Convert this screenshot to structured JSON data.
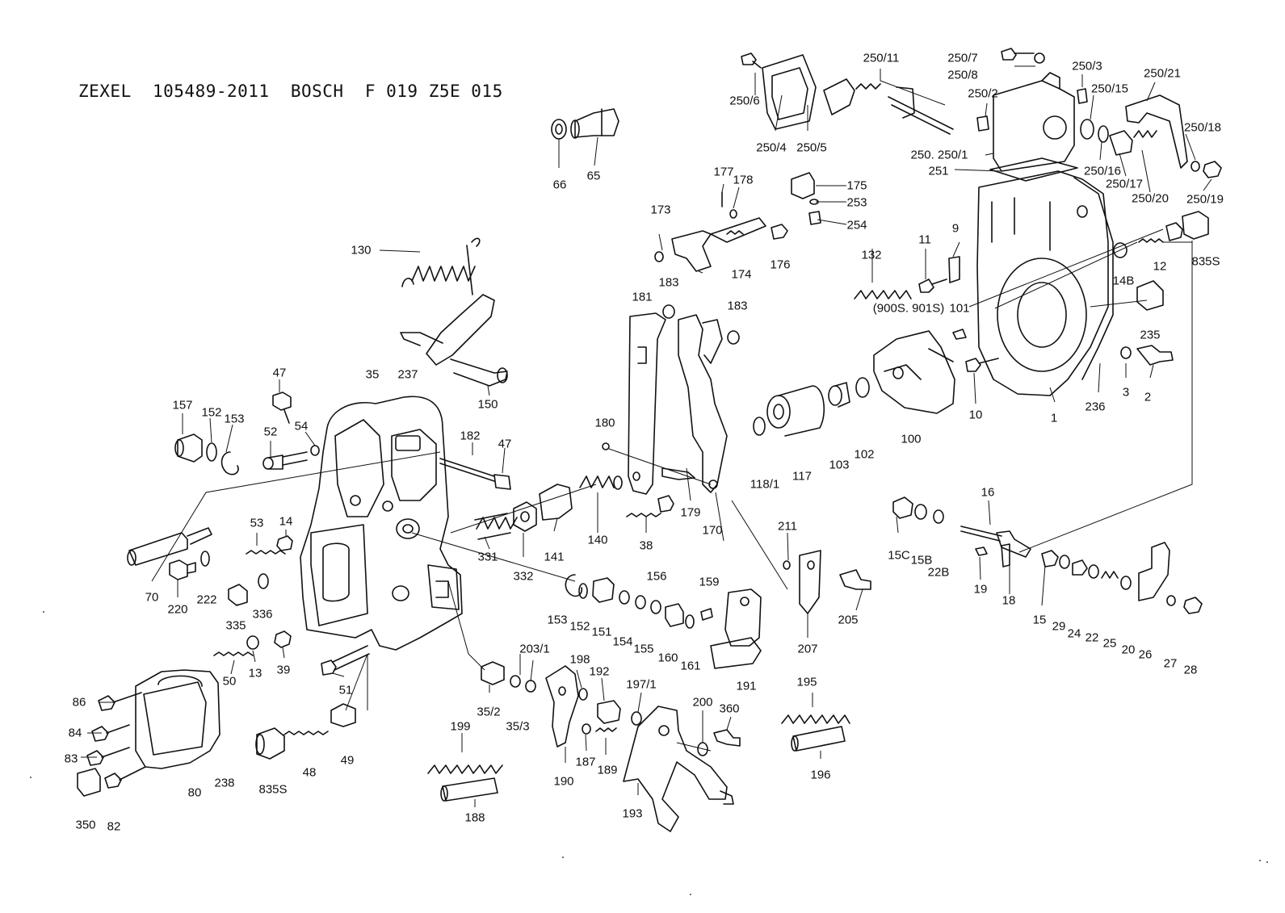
{
  "title": "ZEXEL  105489-2011  BOSCH  F 019 Z5E 015",
  "part_labels": {
    "p66": "66",
    "p65": "65",
    "p130": "130",
    "p150": "150",
    "p47a": "47",
    "p35": "35",
    "p237": "237",
    "p157": "157",
    "p152a": "152",
    "p153a": "153",
    "p52": "52",
    "p54": "54",
    "p182": "182",
    "p47b": "47",
    "p53": "53",
    "p14": "14",
    "p70": "70",
    "p220": "220",
    "p222": "222",
    "p335": "335",
    "p336": "336",
    "p50": "50",
    "p13": "13",
    "p39": "39",
    "p51": "51",
    "p86": "86",
    "p84": "84",
    "p83": "83",
    "p350": "350",
    "p82": "82",
    "p80": "80",
    "p238": "238",
    "p835s_a": "835S",
    "p48": "48",
    "p49": "49",
    "p331": "331",
    "p332": "332",
    "p141": "141",
    "p140": "140",
    "p38": "38",
    "p153b": "153",
    "p152b": "152",
    "p151": "151",
    "p154": "154",
    "p155": "155",
    "p156": "156",
    "p160": "160",
    "p161": "161",
    "p159": "159",
    "p191": "191",
    "p35_2": "35/2",
    "p35_3": "35/3",
    "p203_1": "203/1",
    "p199": "199",
    "p188": "188",
    "p198": "198",
    "p192": "192",
    "p197_1": "197/1",
    "p190": "190",
    "p187": "187",
    "p189": "189",
    "p193": "193",
    "p200": "200",
    "p360": "360",
    "p195": "195",
    "p196": "196",
    "p211": "211",
    "p205": "205",
    "p207": "207",
    "p173": "173",
    "p177": "177",
    "p178": "178",
    "p174": "174",
    "p176": "176",
    "p175": "175",
    "p253": "253",
    "p254": "254",
    "p181": "181",
    "p183a": "183",
    "p183b": "183",
    "p180": "180",
    "p179": "179",
    "p170": "170",
    "p118_1": "118/1",
    "p117": "117",
    "p103": "103",
    "p102": "102",
    "p100": "100",
    "p132": "132",
    "p11": "11",
    "p9": "9",
    "p900s": "(900S. 901S)",
    "p101": "101",
    "p250_6": "250/6",
    "p250_4": "250/4",
    "p250_5": "250/5",
    "p250_11": "250/11",
    "p250_7": "250/7",
    "p250_8": "250/8",
    "p250_3": "250/3",
    "p250_2": "250/2",
    "p250_15": "250/15",
    "p250_21": "250/21",
    "p250_18": "250/18",
    "p250_250_1": "250. 250/1",
    "p251": "251",
    "p250_16": "250/16",
    "p250_17": "250/17",
    "p250_20": "250/20",
    "p250_19": "250/19",
    "p835s_b": "835S",
    "p12": "12",
    "p14b": "14B",
    "p235": "235",
    "p10": "10",
    "p1": "1",
    "p236": "236",
    "p3": "3",
    "p2": "2",
    "p16": "16",
    "p15c": "15C",
    "p15b": "15B",
    "p22b": "22B",
    "p19": "19",
    "p18": "18",
    "p15": "15",
    "p29": "29",
    "p24": "24",
    "p22": "22",
    "p25": "25",
    "p20": "20",
    "p26": "26",
    "p27": "27",
    "p28": "28"
  }
}
